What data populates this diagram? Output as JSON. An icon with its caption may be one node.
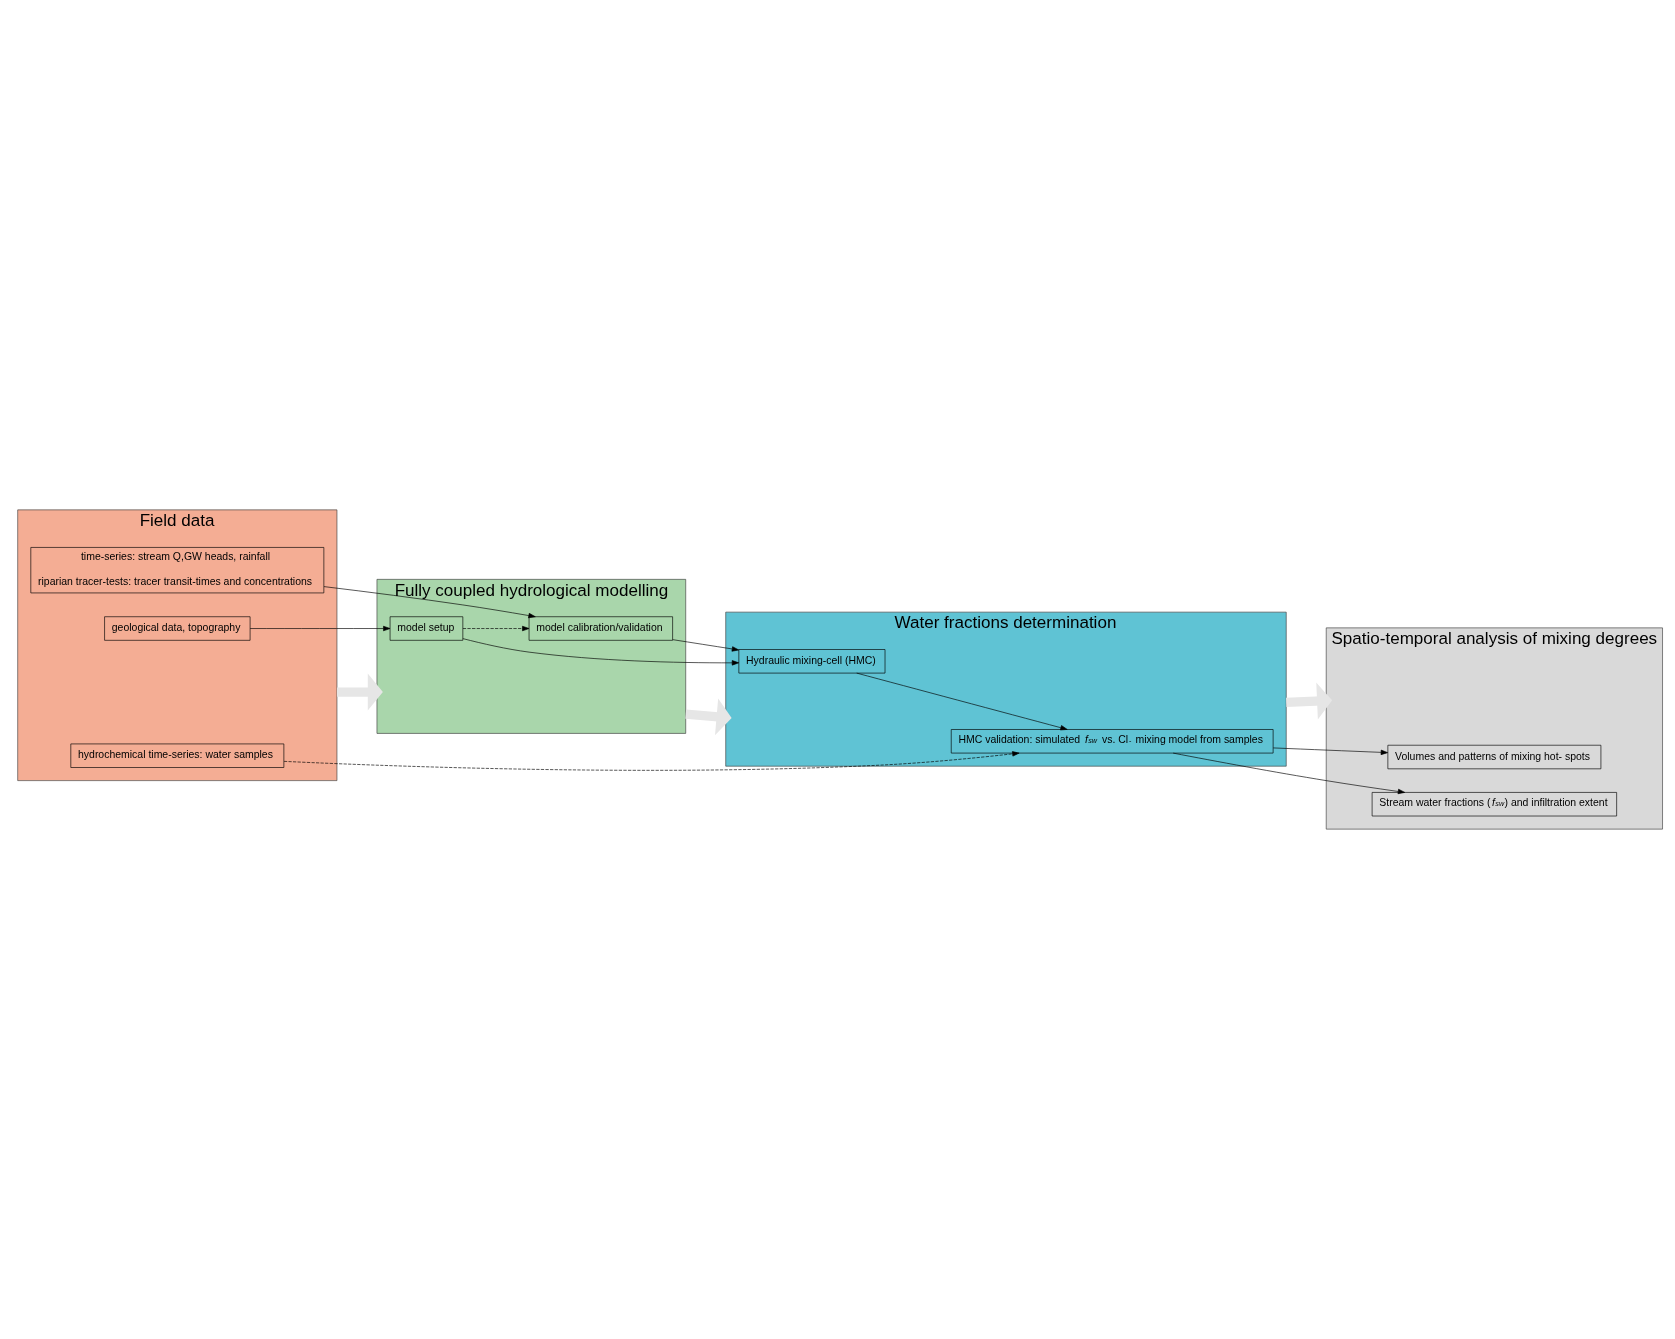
{
  "diagram": {
    "nodes": [
      {
        "text": [
          "Field data"
        ]
      },
      {
        "text": [
          "geological data, topography"
        ],
        "in": 0
      },
      {
        "text": [
          "time-series: stream Q,GW heads, rainfall",
          "riparian tracer-tests: tracer transit-times and concentrations"
        ],
        "in": 0
      },
      {
        "text": [
          "hydrochemical time-series: water samples"
        ],
        "in": 0
      },
      {
        "text": [
          "Fully coupled hydrological modelling"
        ]
      },
      {
        "text": [
          "model setup"
        ],
        "in": 4
      },
      {
        "text": [
          "model calibration/validation"
        ],
        "in": 4
      },
      {
        "text": [
          "Spatio-temporal analysis of mixing degrees"
        ]
      },
      {
        "text": [
          "Stream water fractions (*f*$_{sw}$) and infiltration extent"
        ],
        "in": 7
      },
      {
        "text": [
          "Volumes and patterns of mixing hot- spots"
        ],
        "in": 7
      },
      {
        "text": [
          "Water fractions determination"
        ]
      },
      {
        "text": [
          "Hydraulic mixing-cell (HMC)"
        ],
        "in": 10
      },
      {
        "text": [
          "HMC validation: simulated *f*$_{sw}$ vs. Cl$^{-}$ mixing model from samples"
        ],
        "in": 10
      }
    ],
    "edges": [
      {
        "from": 0,
        "to": 4,
        "arrow": "to",
        "style": "thick",
        "color": "#e6e6e6"
      },
      {
        "from": 4,
        "to": 10,
        "arrow": "to",
        "style": "thick",
        "color": "#e6e6e6"
      },
      {
        "from": 10,
        "to": 7,
        "arrow": "to",
        "style": "thick",
        "color": "#e6e6e6"
      },
      {
        "from": 1,
        "to": 5,
        "arrow": "to"
      },
      {
        "from": 2,
        "to": 6,
        "arrow": "to"
      },
      {
        "from": 5,
        "to": 6,
        "arrow": "to",
        "style": "dashed"
      },
      {
        "from": 5,
        "to": 11,
        "arrow": "to"
      },
      {
        "from": 6,
        "to": 11,
        "arrow": "to"
      },
      {
        "from": 3,
        "to": 12,
        "arrow": "to",
        "style": "dashed"
      },
      {
        "from": 11,
        "to": 12,
        "arrow": "to"
      },
      {
        "from": 12,
        "to": 8,
        "arrow": "to"
      },
      {
        "from": 12,
        "to": 9,
        "arrow": "to"
      }
    ]
  }
}
